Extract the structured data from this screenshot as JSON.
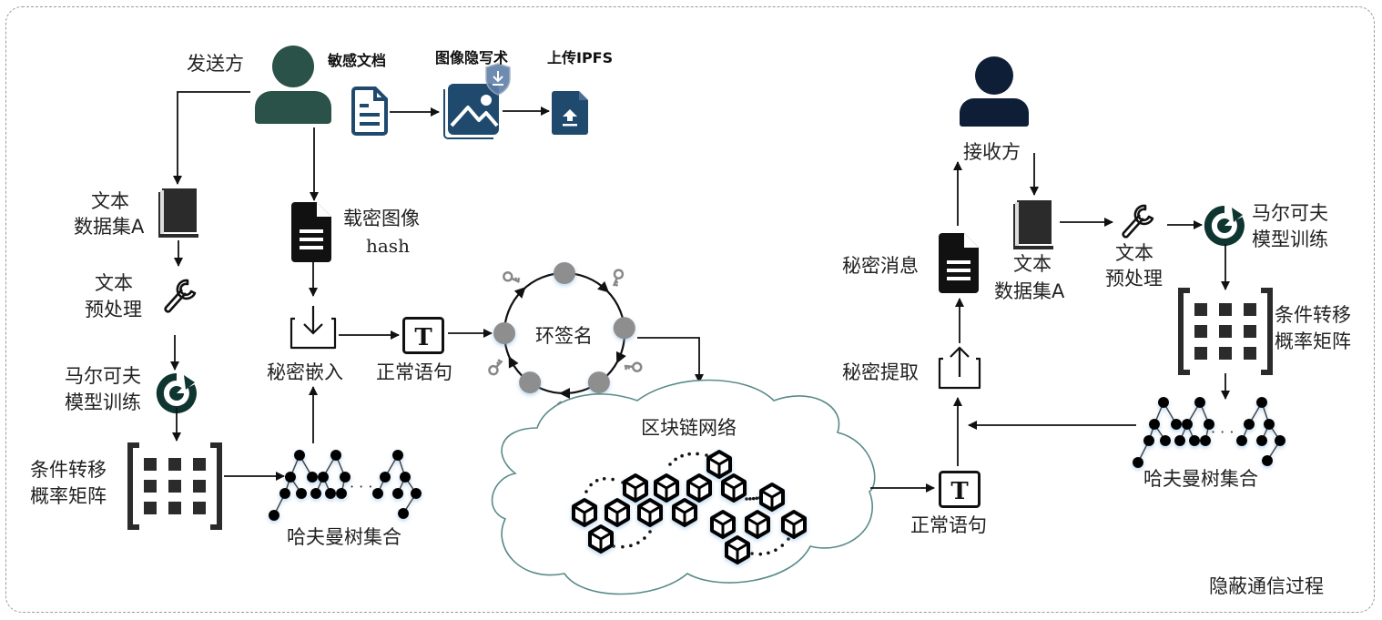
{
  "title": "隐蔽通信过程",
  "colors": {
    "sender": "#2a5249",
    "receiver": "#0d1e36",
    "image_blue": "#1f4a6e",
    "cloud_stroke": "#5a8a8a",
    "ring_node": "#8e8e8e",
    "markov": "#0f3530",
    "frame": "#9a9a9a"
  },
  "sender": {
    "label": "发送方",
    "icon": "person-icon",
    "doc_label": "敏感文档",
    "stego_label": "图像隐写术",
    "upload_label": "上传IPFS",
    "dataset_label_1": "文本",
    "dataset_label_2": "数据集A",
    "preprocess_label_1": "文本",
    "preprocess_label_2": "预处理",
    "markov_label_1": "马尔可夫",
    "markov_label_2": "模型训练",
    "matrix_label_1": "条件转移",
    "matrix_label_2": "概率矩阵",
    "huffman_label": "哈夫曼树集合",
    "hash_label_1": "载密图像",
    "hash_label_2": "hash",
    "embed_label": "秘密嵌入",
    "normal_sentence_label": "正常语句"
  },
  "ring": {
    "label": "环签名",
    "node_count": 5
  },
  "blockchain": {
    "label": "区块链网络"
  },
  "receiver": {
    "label": "接收方",
    "icon": "person-icon",
    "normal_sentence_label": "正常语句",
    "extract_label": "秘密提取",
    "message_label": "秘密消息",
    "dataset_label_1": "文本",
    "dataset_label_2": "数据集A",
    "preprocess_label_1": "文本",
    "preprocess_label_2": "预处理",
    "markov_label_1": "马尔可夫",
    "markov_label_2": "模型训练",
    "matrix_label_1": "条件转移",
    "matrix_label_2": "概率矩阵",
    "huffman_label": "哈夫曼树集合"
  },
  "ellipsis": "· · ·"
}
